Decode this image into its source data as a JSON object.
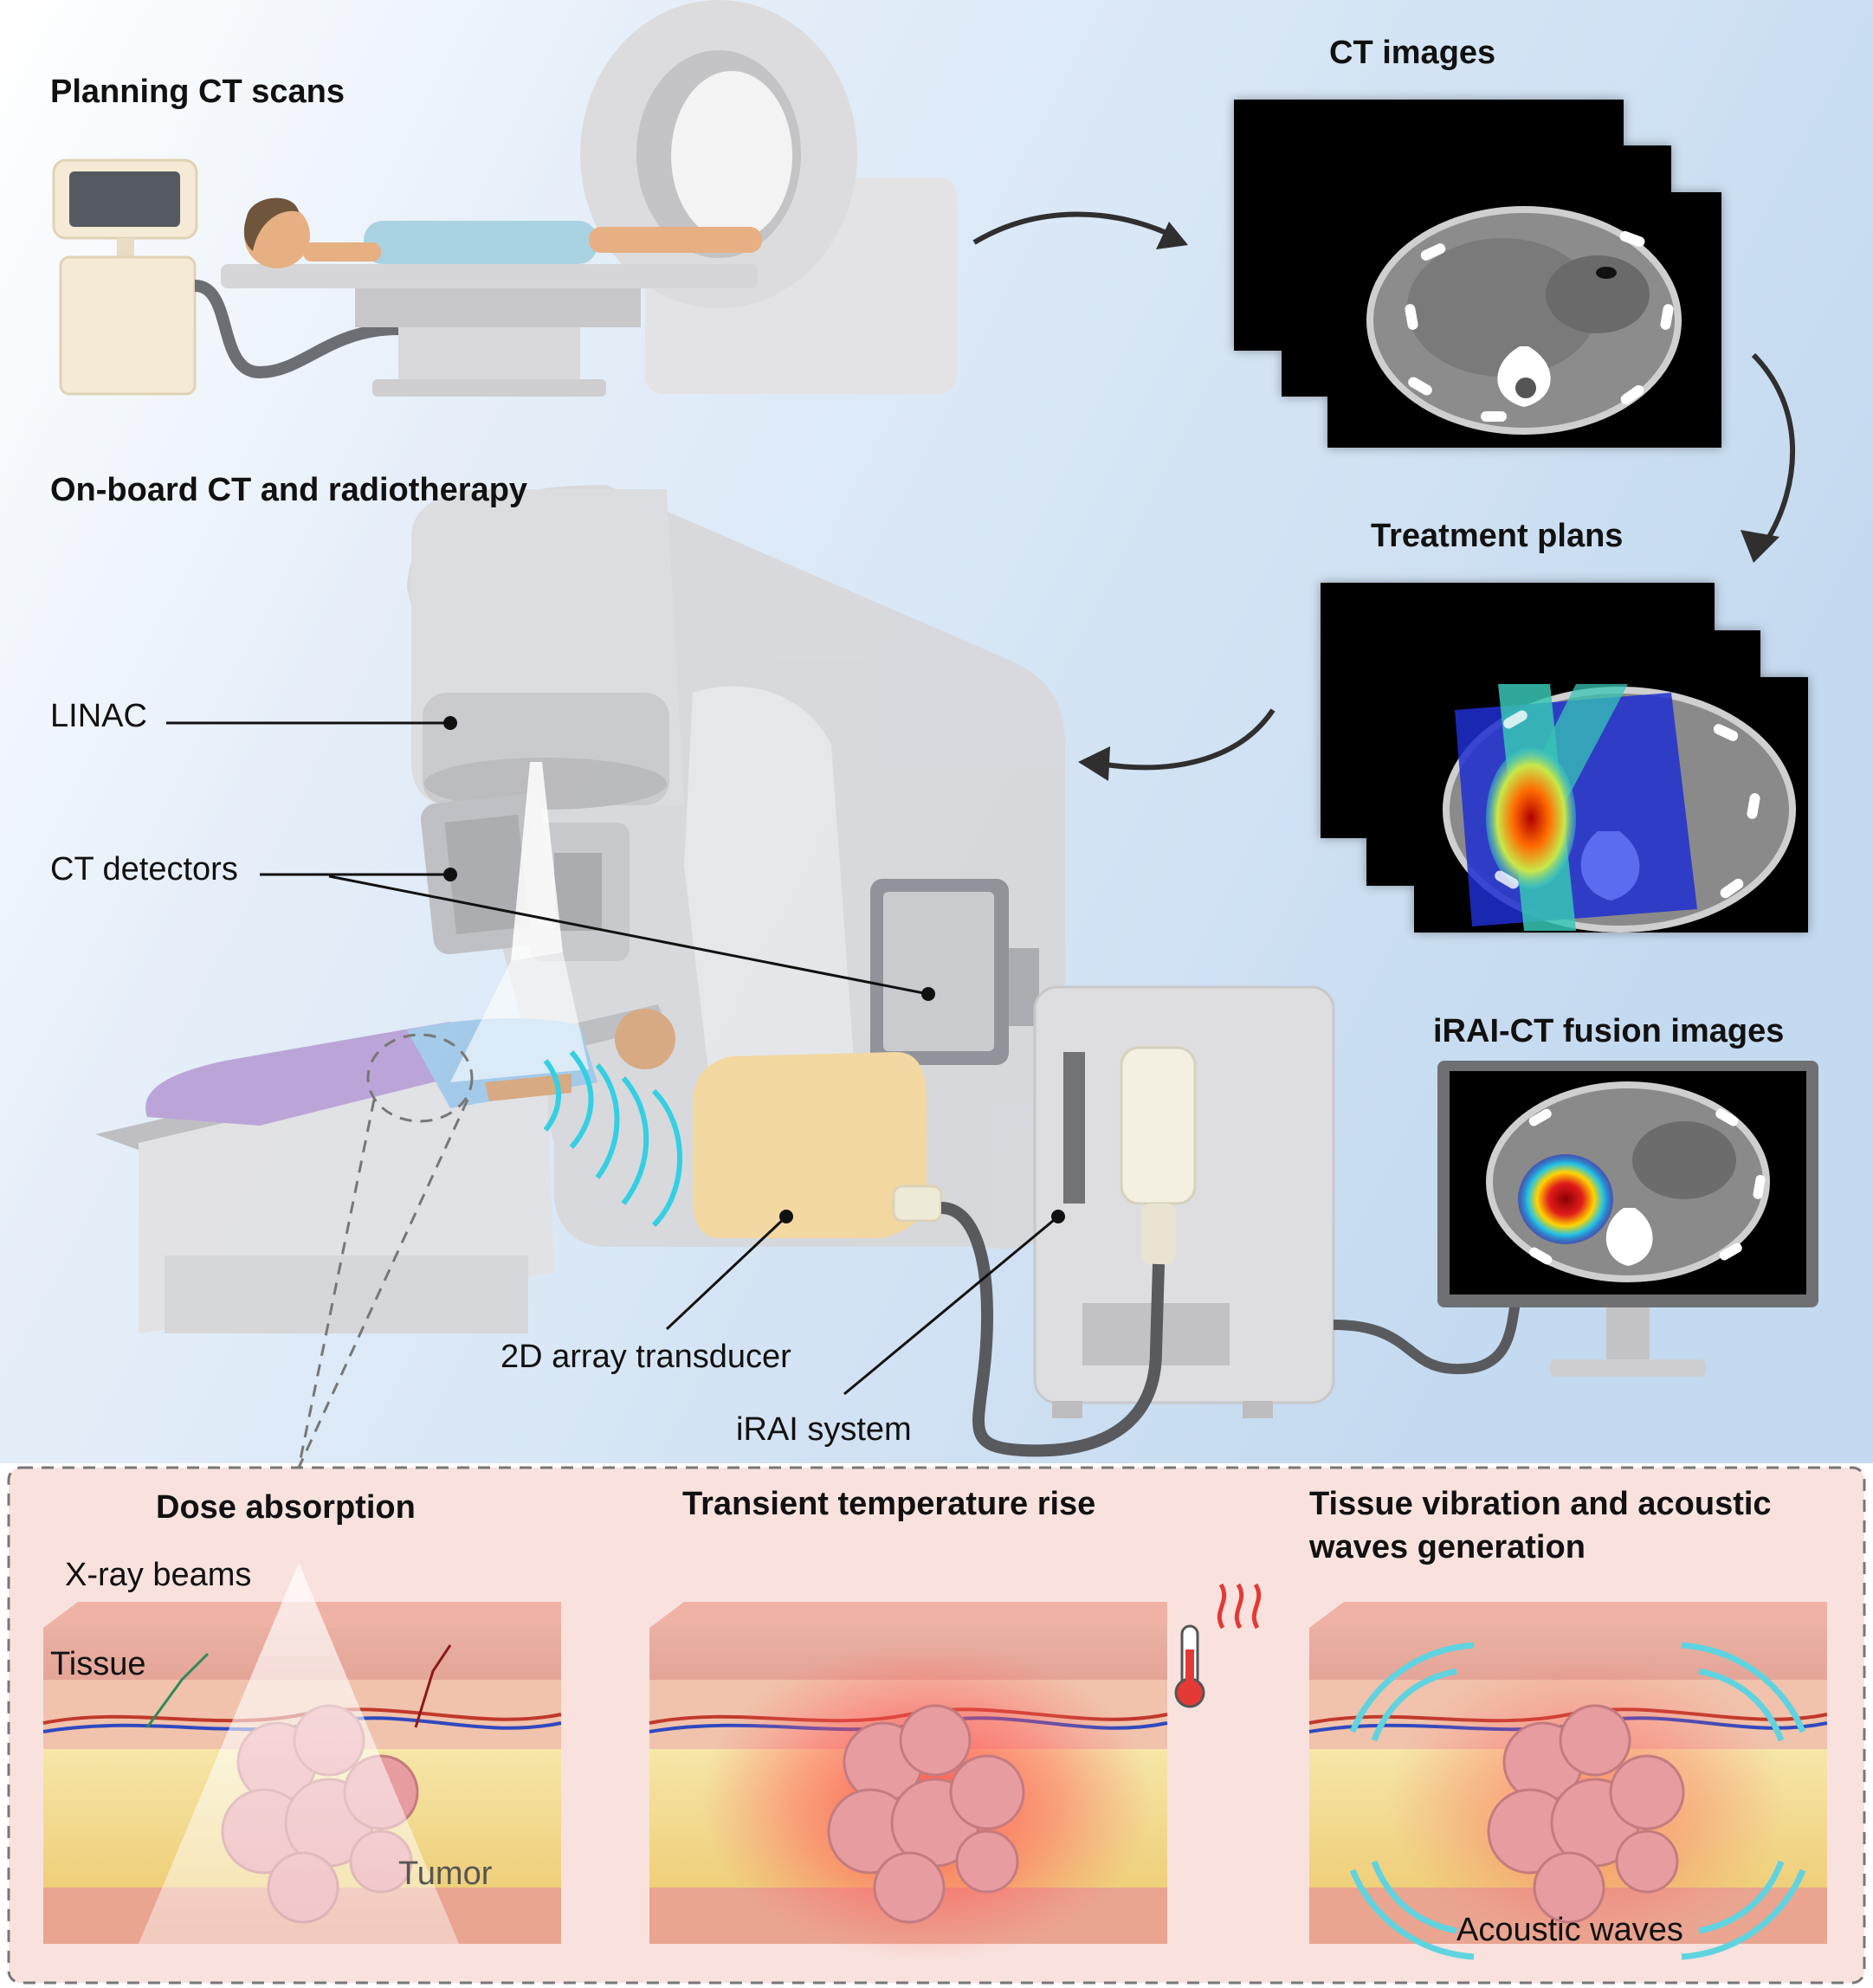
{
  "sections": {
    "planning": "Planning CT scans",
    "onboard": "On-board CT and radiotherapy"
  },
  "panels": {
    "ct_images": "CT images",
    "treatment_plans": "Treatment plans",
    "fusion": "iRAI-CT fusion images"
  },
  "callouts": {
    "linac": "LINAC",
    "ct_detectors": "CT detectors",
    "transducer": "2D array transducer",
    "irai_system": "iRAI system"
  },
  "stages": {
    "dose": "Dose absorption",
    "temperature": "Transient temperature rise",
    "vibration_line1": "Tissue vibration and acoustic",
    "vibration_line2": "waves generation"
  },
  "tissue_labels": {
    "xray": "X-ray beams",
    "tissue": "Tissue",
    "tumor": "Tumor",
    "acoustic": "Acoustic waves"
  },
  "colors": {
    "bg_blue": "#cfe0f2",
    "panel_pink": "#f9e2de",
    "device_grey": "#d9d9dc",
    "transducer_yellow": "#f6d79a",
    "wave_cyan": "#5fd3e0",
    "heat_red": "#e53935"
  }
}
